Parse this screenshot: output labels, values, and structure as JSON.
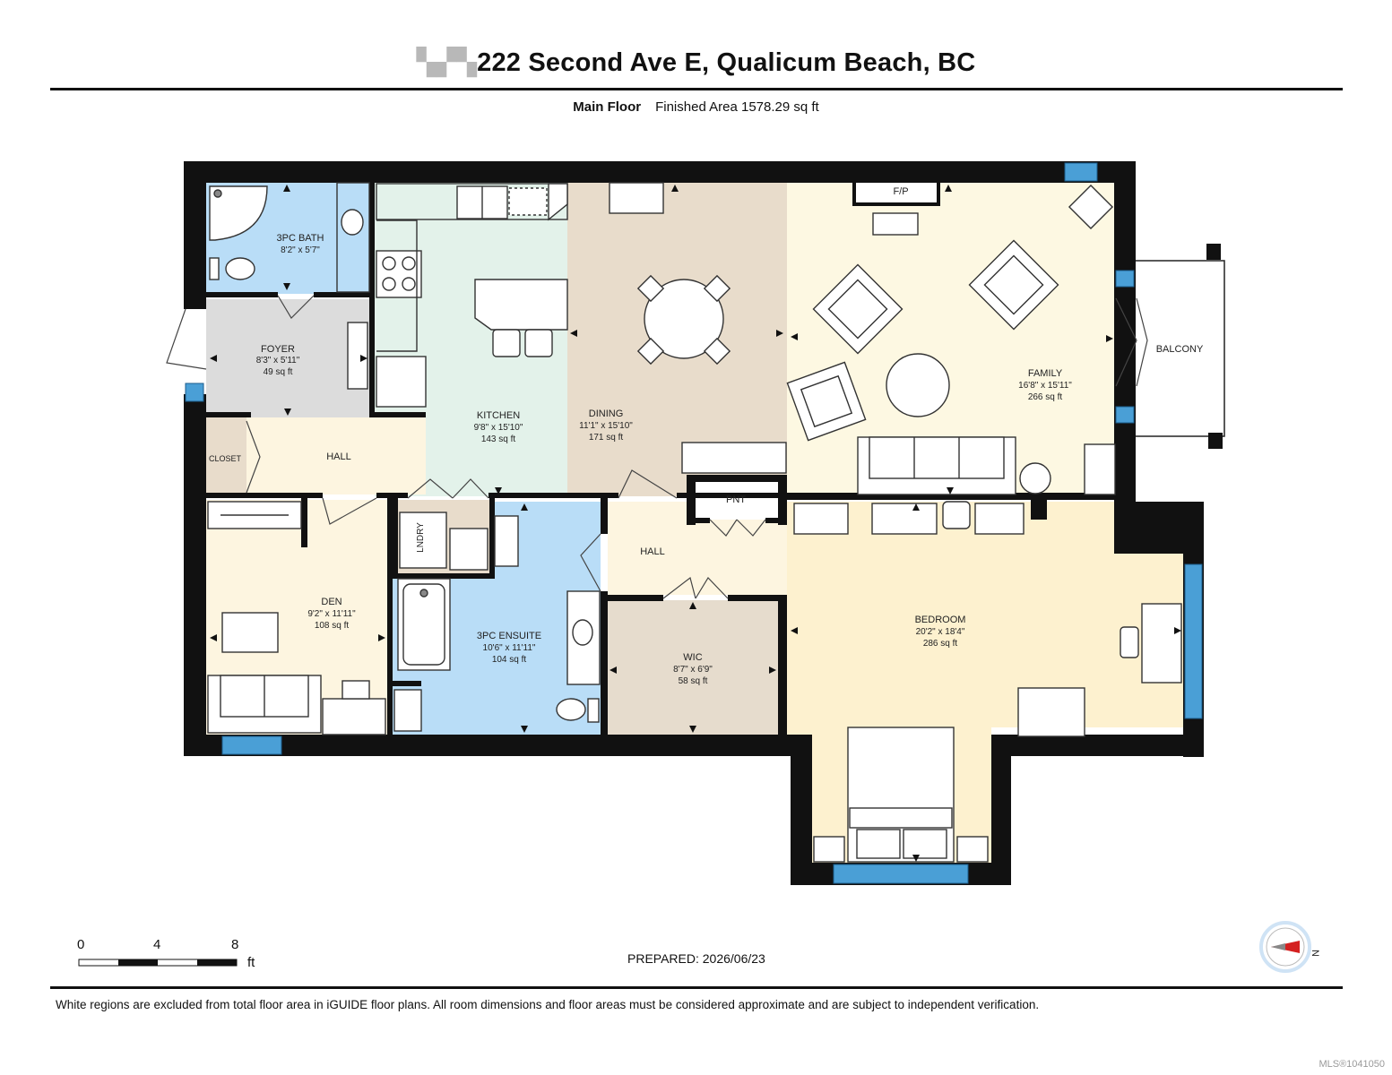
{
  "header": {
    "address": "222 Second Ave E, Qualicum Beach, BC",
    "address_prefix_blurred": "▚▞▚"
  },
  "subheader": {
    "floor": "Main Floor",
    "finished_area": "Finished Area 1578.29 sq ft"
  },
  "rooms": {
    "bath3pc": {
      "name": "3PC BATH",
      "dims": "8'2\" x 5'7\""
    },
    "foyer": {
      "name": "FOYER",
      "dims": "8'3\" x 5'11\"",
      "area": "49 sq ft"
    },
    "kitchen": {
      "name": "KITCHEN",
      "dims": "9'8\" x 15'10\"",
      "area": "143 sq ft"
    },
    "dining": {
      "name": "DINING",
      "dims": "11'1\" x 15'10\"",
      "area": "171 sq ft"
    },
    "family": {
      "name": "FAMILY",
      "dims": "16'8\" x 15'11\"",
      "area": "266 sq ft"
    },
    "fp": {
      "name": "F/P"
    },
    "balcony": {
      "name": "BALCONY"
    },
    "closet": {
      "name": "CLOSET"
    },
    "hall_upper": {
      "name": "HALL"
    },
    "den": {
      "name": "DEN",
      "dims": "9'2\" x 11'11\"",
      "area": "108 sq ft"
    },
    "laundry": {
      "name": "LNDRY"
    },
    "ensuite": {
      "name": "3PC ENSUITE",
      "dims": "10'6\" x 11'11\"",
      "area": "104 sq ft"
    },
    "pantry": {
      "name": "PNT"
    },
    "hall_lower": {
      "name": "HALL"
    },
    "wic": {
      "name": "WIC",
      "dims": "8'7\" x 6'9\"",
      "area": "58 sq ft"
    },
    "bedroom": {
      "name": "BEDROOM",
      "dims": "20'2\" x 18'4\"",
      "area": "286 sq ft"
    }
  },
  "scale": {
    "tick0": "0",
    "tick1": "4",
    "tick2": "8",
    "unit": "ft"
  },
  "prepared": "PREPARED: 2026/06/23",
  "compass": {
    "north_label": "N"
  },
  "footnote": "White regions are excluded from total floor area in iGUIDE floor plans. All room dimensions and floor areas must be considered approximate and are subject to independent verification.",
  "watermark": "MLS®1041050",
  "colors": {
    "wall": "#111111",
    "window": "#4a9fd6",
    "bath": "#b9ddf7",
    "foyer": "#dcdcdc",
    "kitchen": "#e3f2ea",
    "dining": "#e8dccb",
    "family": "#fdf8e2",
    "bedroom": "#fdf1cf",
    "hall": "#fdf5e0",
    "wic": "#e6dccd",
    "closet": "#e8dccb"
  }
}
